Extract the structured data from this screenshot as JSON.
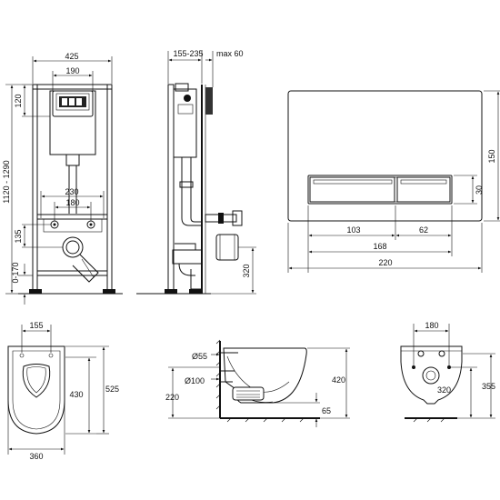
{
  "frame_front": {
    "width": "425",
    "top_inner": "190",
    "top_height": "120",
    "height_range": "1120 - 1290",
    "inlet_spacing": "230",
    "inlet_inner": "180",
    "lower_height": "135",
    "foot_range": "0-170"
  },
  "frame_side": {
    "depth_range": "155-235",
    "max_depth": "max 60",
    "outlet_height": "320"
  },
  "flush_plate": {
    "height": "150",
    "button_height": "30",
    "button_left": "103",
    "button_right": "62",
    "buttons_total": "168",
    "width": "220"
  },
  "bowl_top": {
    "seat_width": "155",
    "depth": "430",
    "length": "525",
    "width": "360"
  },
  "bowl_side": {
    "pipe_small": "Ø55",
    "pipe_large": "Ø100",
    "mount_height": "220",
    "height": "420",
    "floor_gap": "65"
  },
  "bowl_back": {
    "bolt_spacing": "180",
    "bolt_height": "320",
    "top_height": "355"
  }
}
